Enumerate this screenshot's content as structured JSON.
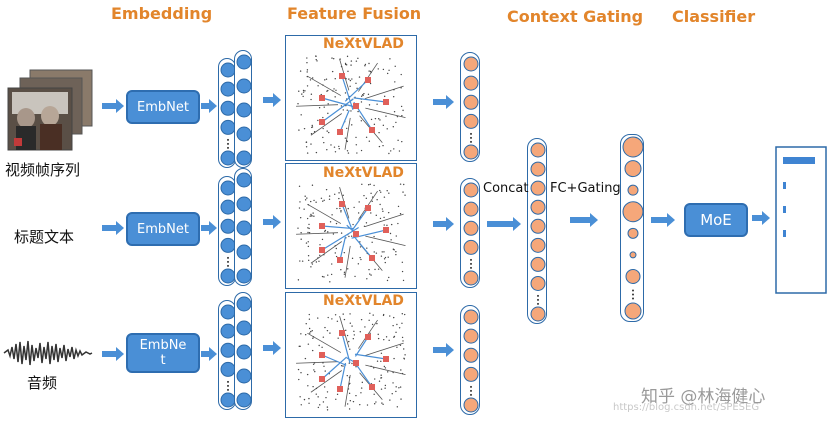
{
  "stages": {
    "embedding": "Embedding",
    "feature_fusion": "Feature Fusion",
    "context_gating": "Context Gating",
    "classifier": "Classifier"
  },
  "inputs": [
    {
      "label": "视频帧序列",
      "embnet": "EmbNet"
    },
    {
      "label": "标题文本",
      "embnet": "EmbNet"
    },
    {
      "label": "音频",
      "embnet": "EmbNe\nt"
    }
  ],
  "fusion_panel_title": "NeXtVLAD",
  "concat_label": "Concat",
  "fc_gating_label": "FC+Gating",
  "moe_label": "MoE",
  "watermark": {
    "primary": "知乎 @林海健心",
    "secondary": "https://blog.csdn.net/SPESEG"
  },
  "colors": {
    "title_orange": "#e2852b",
    "node_orange": "#f5a77a",
    "node_blue": "#4a8fd6",
    "outline_blue": "#2d6aa8"
  }
}
